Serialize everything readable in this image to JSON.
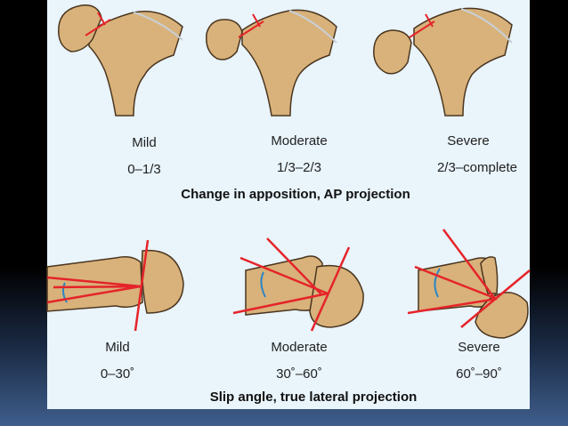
{
  "colors": {
    "bone_fill": "#d8b27a",
    "bone_stroke": "#4a3520",
    "slip_line": "#e5242a",
    "angle_arc": "#2a86c6",
    "physis_line": "#c9cfd6",
    "panel_bg": "#e9f4fb"
  },
  "ap_projection": {
    "caption": "Change in apposition, AP projection",
    "grades": [
      {
        "name": "Mild",
        "range": "0–1/3"
      },
      {
        "name": "Moderate",
        "range": "1/3–2/3"
      },
      {
        "name": "Severe",
        "range": "2/3–complete"
      }
    ]
  },
  "lateral_projection": {
    "caption": "Slip angle, true lateral projection",
    "grades": [
      {
        "name": "Mild",
        "range": "0–30˚"
      },
      {
        "name": "Moderate",
        "range": "30˚–60˚"
      },
      {
        "name": "Severe",
        "range": "60˚–90˚"
      }
    ]
  }
}
